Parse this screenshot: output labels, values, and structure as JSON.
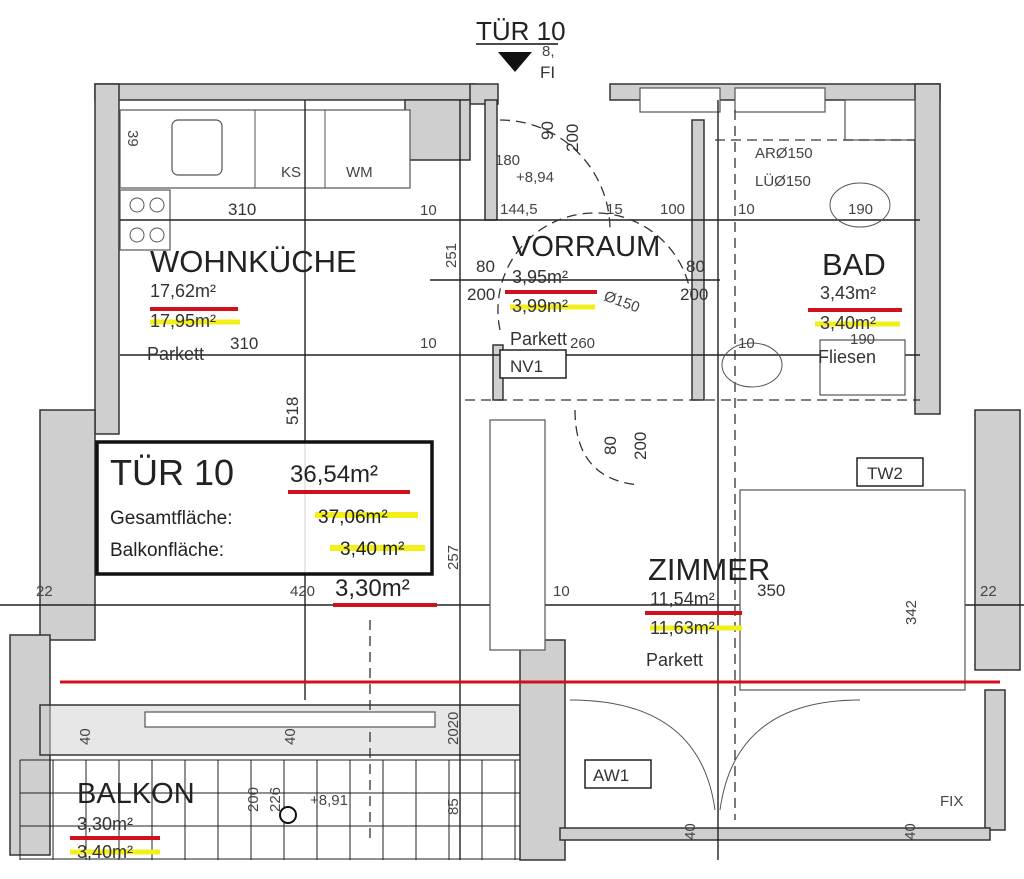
{
  "entrance": {
    "title": "TÜR 10",
    "note_a": "8,",
    "note_b": "FI"
  },
  "colors": {
    "red_mark": "#d0101c",
    "yellow_mark": "#f2ef1a",
    "wall": "#cfcfcf"
  },
  "kitchen": {
    "name": "WOHNKÜCHE",
    "area_new": "17,62m²",
    "area_old": "17,95m²",
    "floor": "Parkett",
    "dim_top": "310",
    "dim_mid": "310",
    "dim_height": "518",
    "dim_39": "39",
    "fridge": "KS",
    "washer": "WM"
  },
  "hall": {
    "name": "VORRAUM",
    "area_new": "3,95m²",
    "area_old": "3,99m²",
    "floor": "Parkett",
    "door_w": "90",
    "door_h": "200",
    "d180": "180",
    "level": "+8,94",
    "d144": "144,5",
    "d15": "15",
    "d100": "100",
    "d251": "251",
    "d80a": "80",
    "d200a": "200",
    "d80b": "80",
    "d200b": "200",
    "d150": "Ø150",
    "d260": "260",
    "nv": "NV1"
  },
  "bath": {
    "name": "BAD",
    "area_new": "3,43m²",
    "area_old": "3,40m²",
    "floor": "Fliesen",
    "exhaust": "ARØ150",
    "vent": "LÜØ150",
    "d190a": "190",
    "d190b": "190"
  },
  "room": {
    "name": "ZIMMER",
    "area_new": "11,54m²",
    "area_old": "11,63m²",
    "floor": "Parkett",
    "d350": "350",
    "d342": "342",
    "door_w": "80",
    "door_h": "200",
    "tw": "TW2",
    "aw": "AW1",
    "fix": "FIX"
  },
  "summary": {
    "title": "TÜR 10",
    "total_new": "36,54m²",
    "total_label": "Gesamtfläche:",
    "total_old": "37,06m²",
    "balcony_label": "Balkonfläche:",
    "balcony_old": "3,40 m²",
    "balcony_new": "3,30m²"
  },
  "balcony": {
    "name": "BALKON",
    "area_new": "3,30m²",
    "area_old": "3,40m²",
    "d200": "200",
    "d226": "226",
    "level": "+8,91",
    "d85": "85"
  },
  "dims": {
    "ten": "10",
    "d22": "22",
    "d420": "420",
    "d257": "257",
    "d2020": "2020",
    "d40": "40"
  }
}
